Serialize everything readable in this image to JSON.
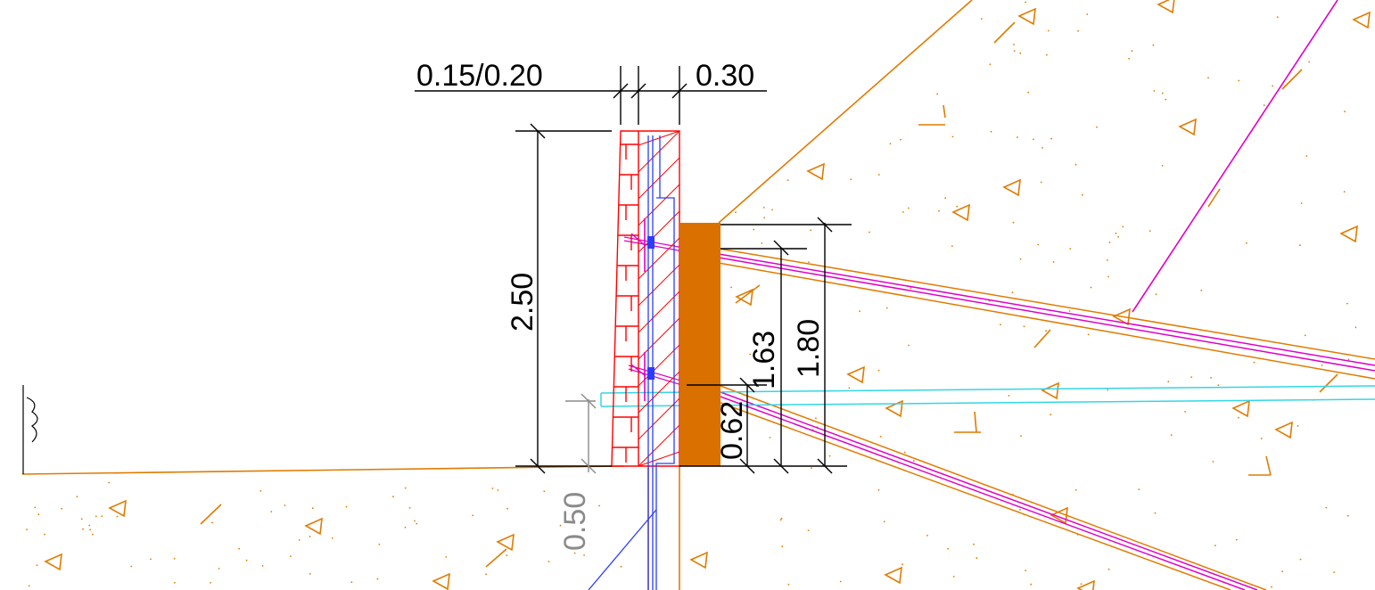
{
  "drawing": {
    "dimensions": {
      "top_left": "0.15/0.20",
      "top_right": "0.30",
      "wall_height": "2.50",
      "footing_depth": "0.50",
      "anchor_upper_height": "1.80",
      "anchor_mid_height": "1.63",
      "anchor_lower_height": "0.62"
    },
    "colors": {
      "soil": "#e07b00",
      "masonry": "#ff0000",
      "rebar": "#2a3cff",
      "anchor": "#e000c8",
      "drain": "#33d6e6",
      "grey_dim": "#8a8a8a",
      "waler": "#d97000"
    }
  }
}
